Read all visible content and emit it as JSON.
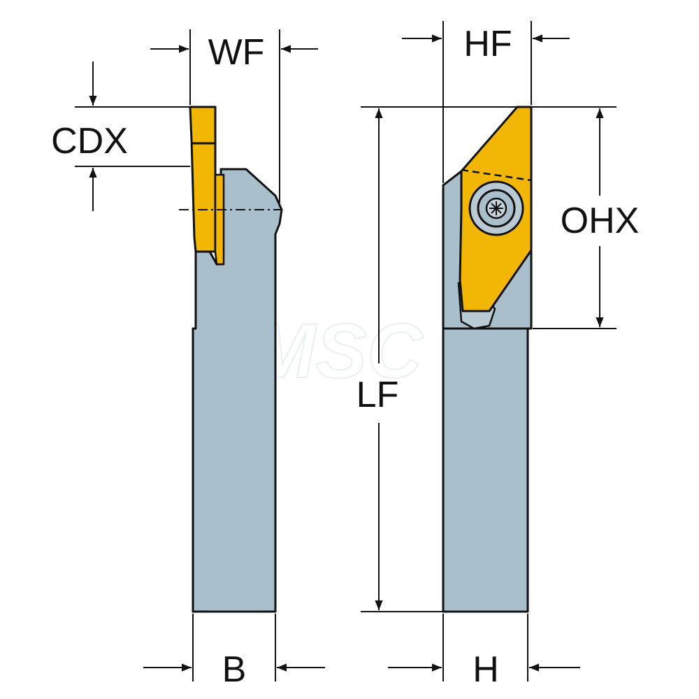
{
  "labels": {
    "wf": "WF",
    "cdx": "CDX",
    "hf": "HF",
    "ohx": "OHX",
    "lf": "LF",
    "b": "B",
    "h": "H"
  },
  "watermark": "MSC",
  "colors": {
    "body": "#a9bfcc",
    "insert": "#f2b705",
    "outline": "#111111",
    "screw": "#b9cad4"
  }
}
